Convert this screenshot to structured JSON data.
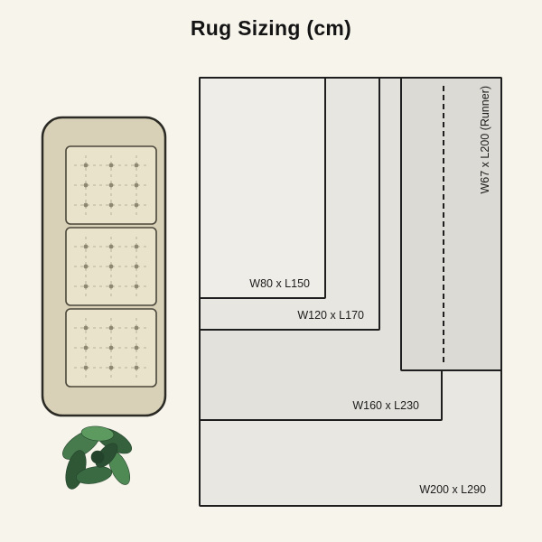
{
  "title": "Rug Sizing (cm)",
  "rugs": [
    {
      "label": "W200 x L290",
      "width_cm": 200,
      "length_cm": 290,
      "type": "standard"
    },
    {
      "label": "W160 x L230",
      "width_cm": 160,
      "length_cm": 230,
      "type": "standard"
    },
    {
      "label": "W120 x L170",
      "width_cm": 120,
      "length_cm": 170,
      "type": "standard"
    },
    {
      "label": "W80 x L150",
      "width_cm": 80,
      "length_cm": 150,
      "type": "standard"
    },
    {
      "label": "W67 x L200 (Runner)",
      "width_cm": 67,
      "length_cm": 200,
      "type": "runner"
    }
  ],
  "colors": {
    "background": "#f7f4ec",
    "outline": "#1e1e1e",
    "rug_fill_w200": "#e9e7e2",
    "rug_fill_w160": "#e3e1dc",
    "rug_fill_w120": "#e8e6e1",
    "rug_fill_w80": "#efede8",
    "rug_fill_runner": "#dcdad4",
    "sofa_body": "#d8d1b7",
    "sofa_cushion": "#e9e3cc",
    "plant_greens": [
      "#2f5736",
      "#3a6a41",
      "#477a4d",
      "#4f8a55",
      "#5d9a5f"
    ]
  },
  "illustrations": {
    "sofa": "sofa-top-view",
    "plant": "potted-plant-top-view"
  }
}
